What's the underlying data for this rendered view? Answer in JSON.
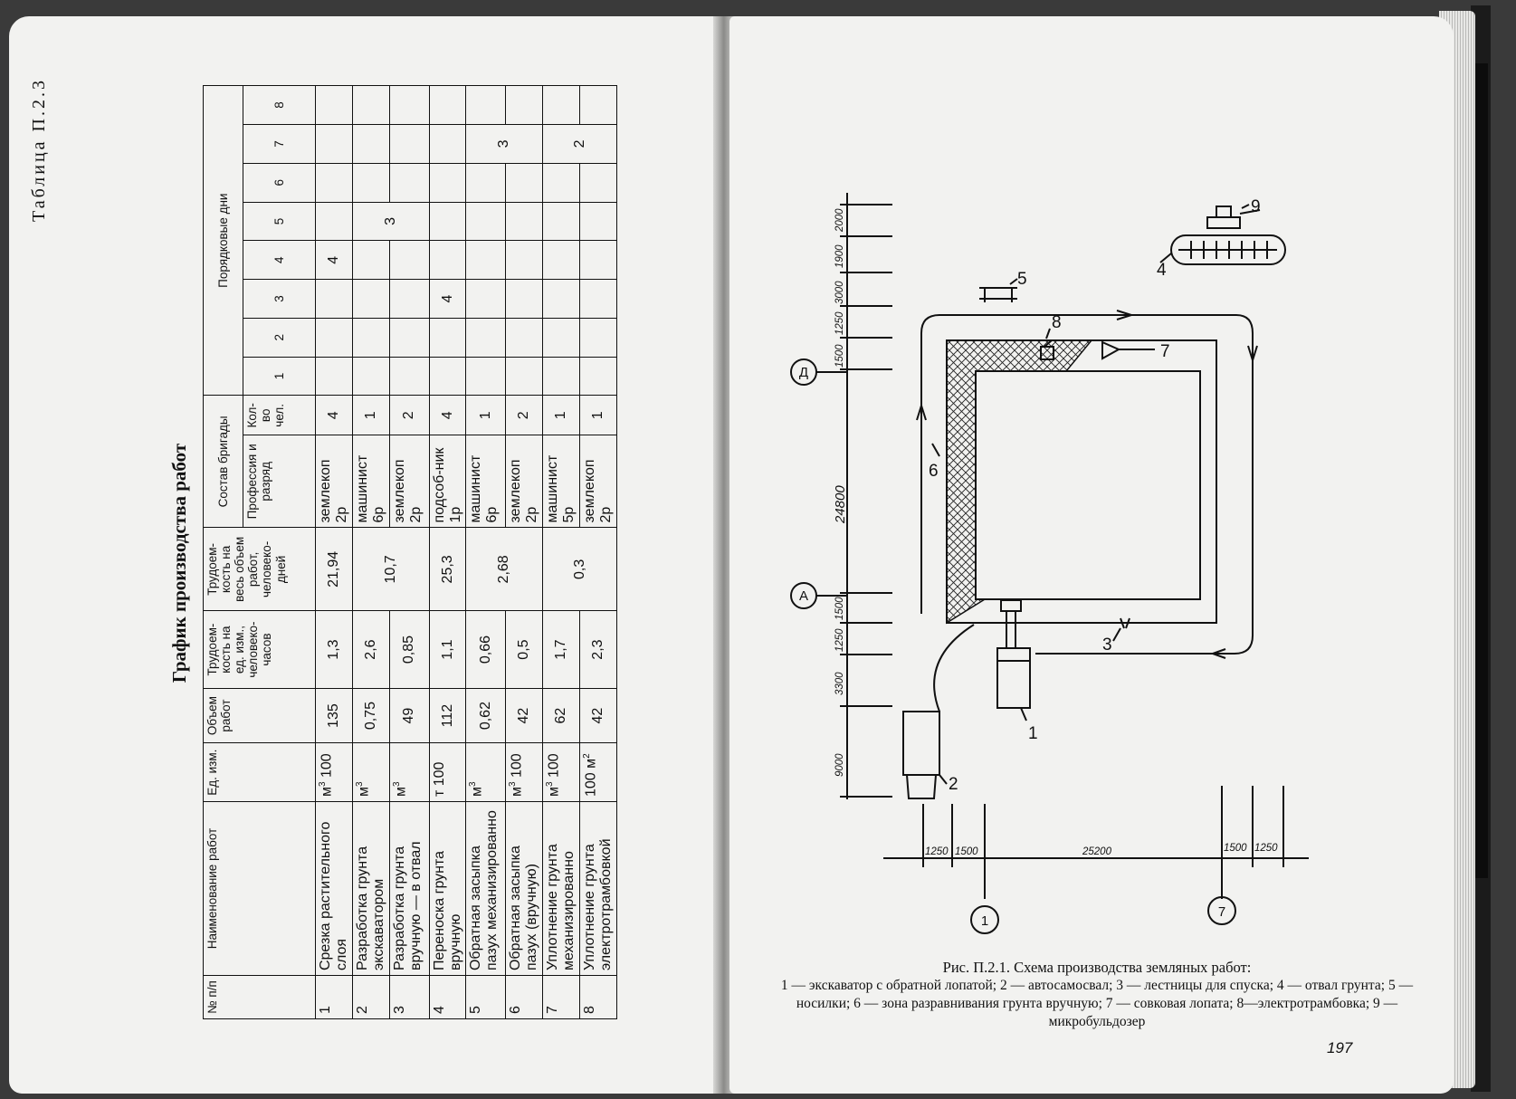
{
  "left_page": {
    "table_label": "Таблица П.2.3",
    "table_title": "График производства работ",
    "headers": {
      "num": "№ п/п",
      "name": "Наименование работ",
      "unit": "Ед. изм.",
      "volume": "Объем работ",
      "labor_unit": "Трудоем-кость на ед. изм., человеко-часов",
      "labor_total": "Трудоем-кость на весь объем работ, человеко-дней",
      "crew": "Состав бригады",
      "profession": "Профессия и разряд",
      "count": "Кол-во чел.",
      "days": "Порядковые дни",
      "day_numbers": [
        "1",
        "2",
        "3",
        "4",
        "5",
        "6",
        "7",
        "8"
      ]
    },
    "rows": [
      {
        "num": "1",
        "name": "Срезка растительного слоя",
        "unit": "м",
        "unit_sup": "3",
        "unit_mult": "100",
        "volume": "135",
        "labor_unit": "1,3",
        "labor_total": "21,94",
        "profession": "землекоп 2р",
        "count": "4",
        "day_text": "4"
      },
      {
        "num": "2",
        "name": "Разработка грунта экскаватором",
        "unit": "м",
        "unit_sup": "3",
        "unit_mult": "",
        "volume": "0,75",
        "labor_unit": "2,6",
        "labor_total": "10,7",
        "profession": "машинист 6р",
        "count": "1",
        "day_text": "3"
      },
      {
        "num": "3",
        "name": "Разработка грунта вручную — в отвал",
        "unit": "м",
        "unit_sup": "3",
        "unit_mult": "",
        "volume": "49",
        "labor_unit": "0,85",
        "labor_total": "",
        "profession": "землекоп 2р",
        "count": "2",
        "day_text": ""
      },
      {
        "num": "4",
        "name": "Переноска грунта вручную",
        "unit": "т",
        "unit_sup": "",
        "unit_mult": "100",
        "volume": "112",
        "labor_unit": "1,1",
        "labor_total": "25,3",
        "profession": "подсоб-ник 1р",
        "count": "4",
        "day_text": "4"
      },
      {
        "num": "5",
        "name": "Обратная засыпка пазух механизированно",
        "unit": "м",
        "unit_sup": "3",
        "unit_mult": "",
        "volume": "0,62",
        "labor_unit": "0,66",
        "labor_total": "2,68",
        "profession": "машинист 6р",
        "count": "1",
        "day_text": "3"
      },
      {
        "num": "6",
        "name": "Обратная засыпка пазух (вручную)",
        "unit": "м",
        "unit_sup": "3",
        "unit_mult": "100",
        "volume": "42",
        "labor_unit": "0,5",
        "labor_total": "",
        "profession": "землекоп 2р",
        "count": "2",
        "day_text": ""
      },
      {
        "num": "7",
        "name": "Уплотнение грунта механизированно",
        "unit": "м",
        "unit_sup": "3",
        "unit_mult": "100",
        "volume": "62",
        "labor_unit": "1,7",
        "labor_total": "0,3",
        "profession": "машинист 5р",
        "count": "1",
        "day_text": "2"
      },
      {
        "num": "8",
        "name": "Уплотнение грунта электротрамбовкой",
        "unit": "м",
        "unit_sup": "2",
        "unit_mult": "100",
        "volume": "42",
        "labor_unit": "2,3",
        "labor_total": "",
        "profession": "землекоп 2р",
        "count": "1",
        "day_text": ""
      }
    ]
  },
  "right_page": {
    "axis_labels": {
      "d": "Д",
      "a": "А",
      "one": "1",
      "seven": "7"
    },
    "dimensions_vertical": [
      "2000",
      "1900",
      "3000",
      "1250",
      "1500",
      "24800",
      "1500",
      "1250",
      "3300",
      "9000"
    ],
    "dimensions_horizontal": [
      "1250",
      "1500",
      "25200",
      "1500",
      "1250"
    ],
    "item_labels": [
      "1",
      "2",
      "3",
      "4",
      "5",
      "6",
      "7",
      "8",
      "9"
    ],
    "caption_title": "Рис. П.2.1. Схема производства земляных работ:",
    "caption_text": "1 — экскаватор с обратной лопатой; 2 — автосамосвал; 3 — лестницы для спуска; 4 — отвал грунта; 5 — носилки; 6 — зона разравнивания грунта вручную; 7 — совковая лопата; 8—электротрамбовка; 9 — микробульдозер",
    "page_number": "197"
  }
}
